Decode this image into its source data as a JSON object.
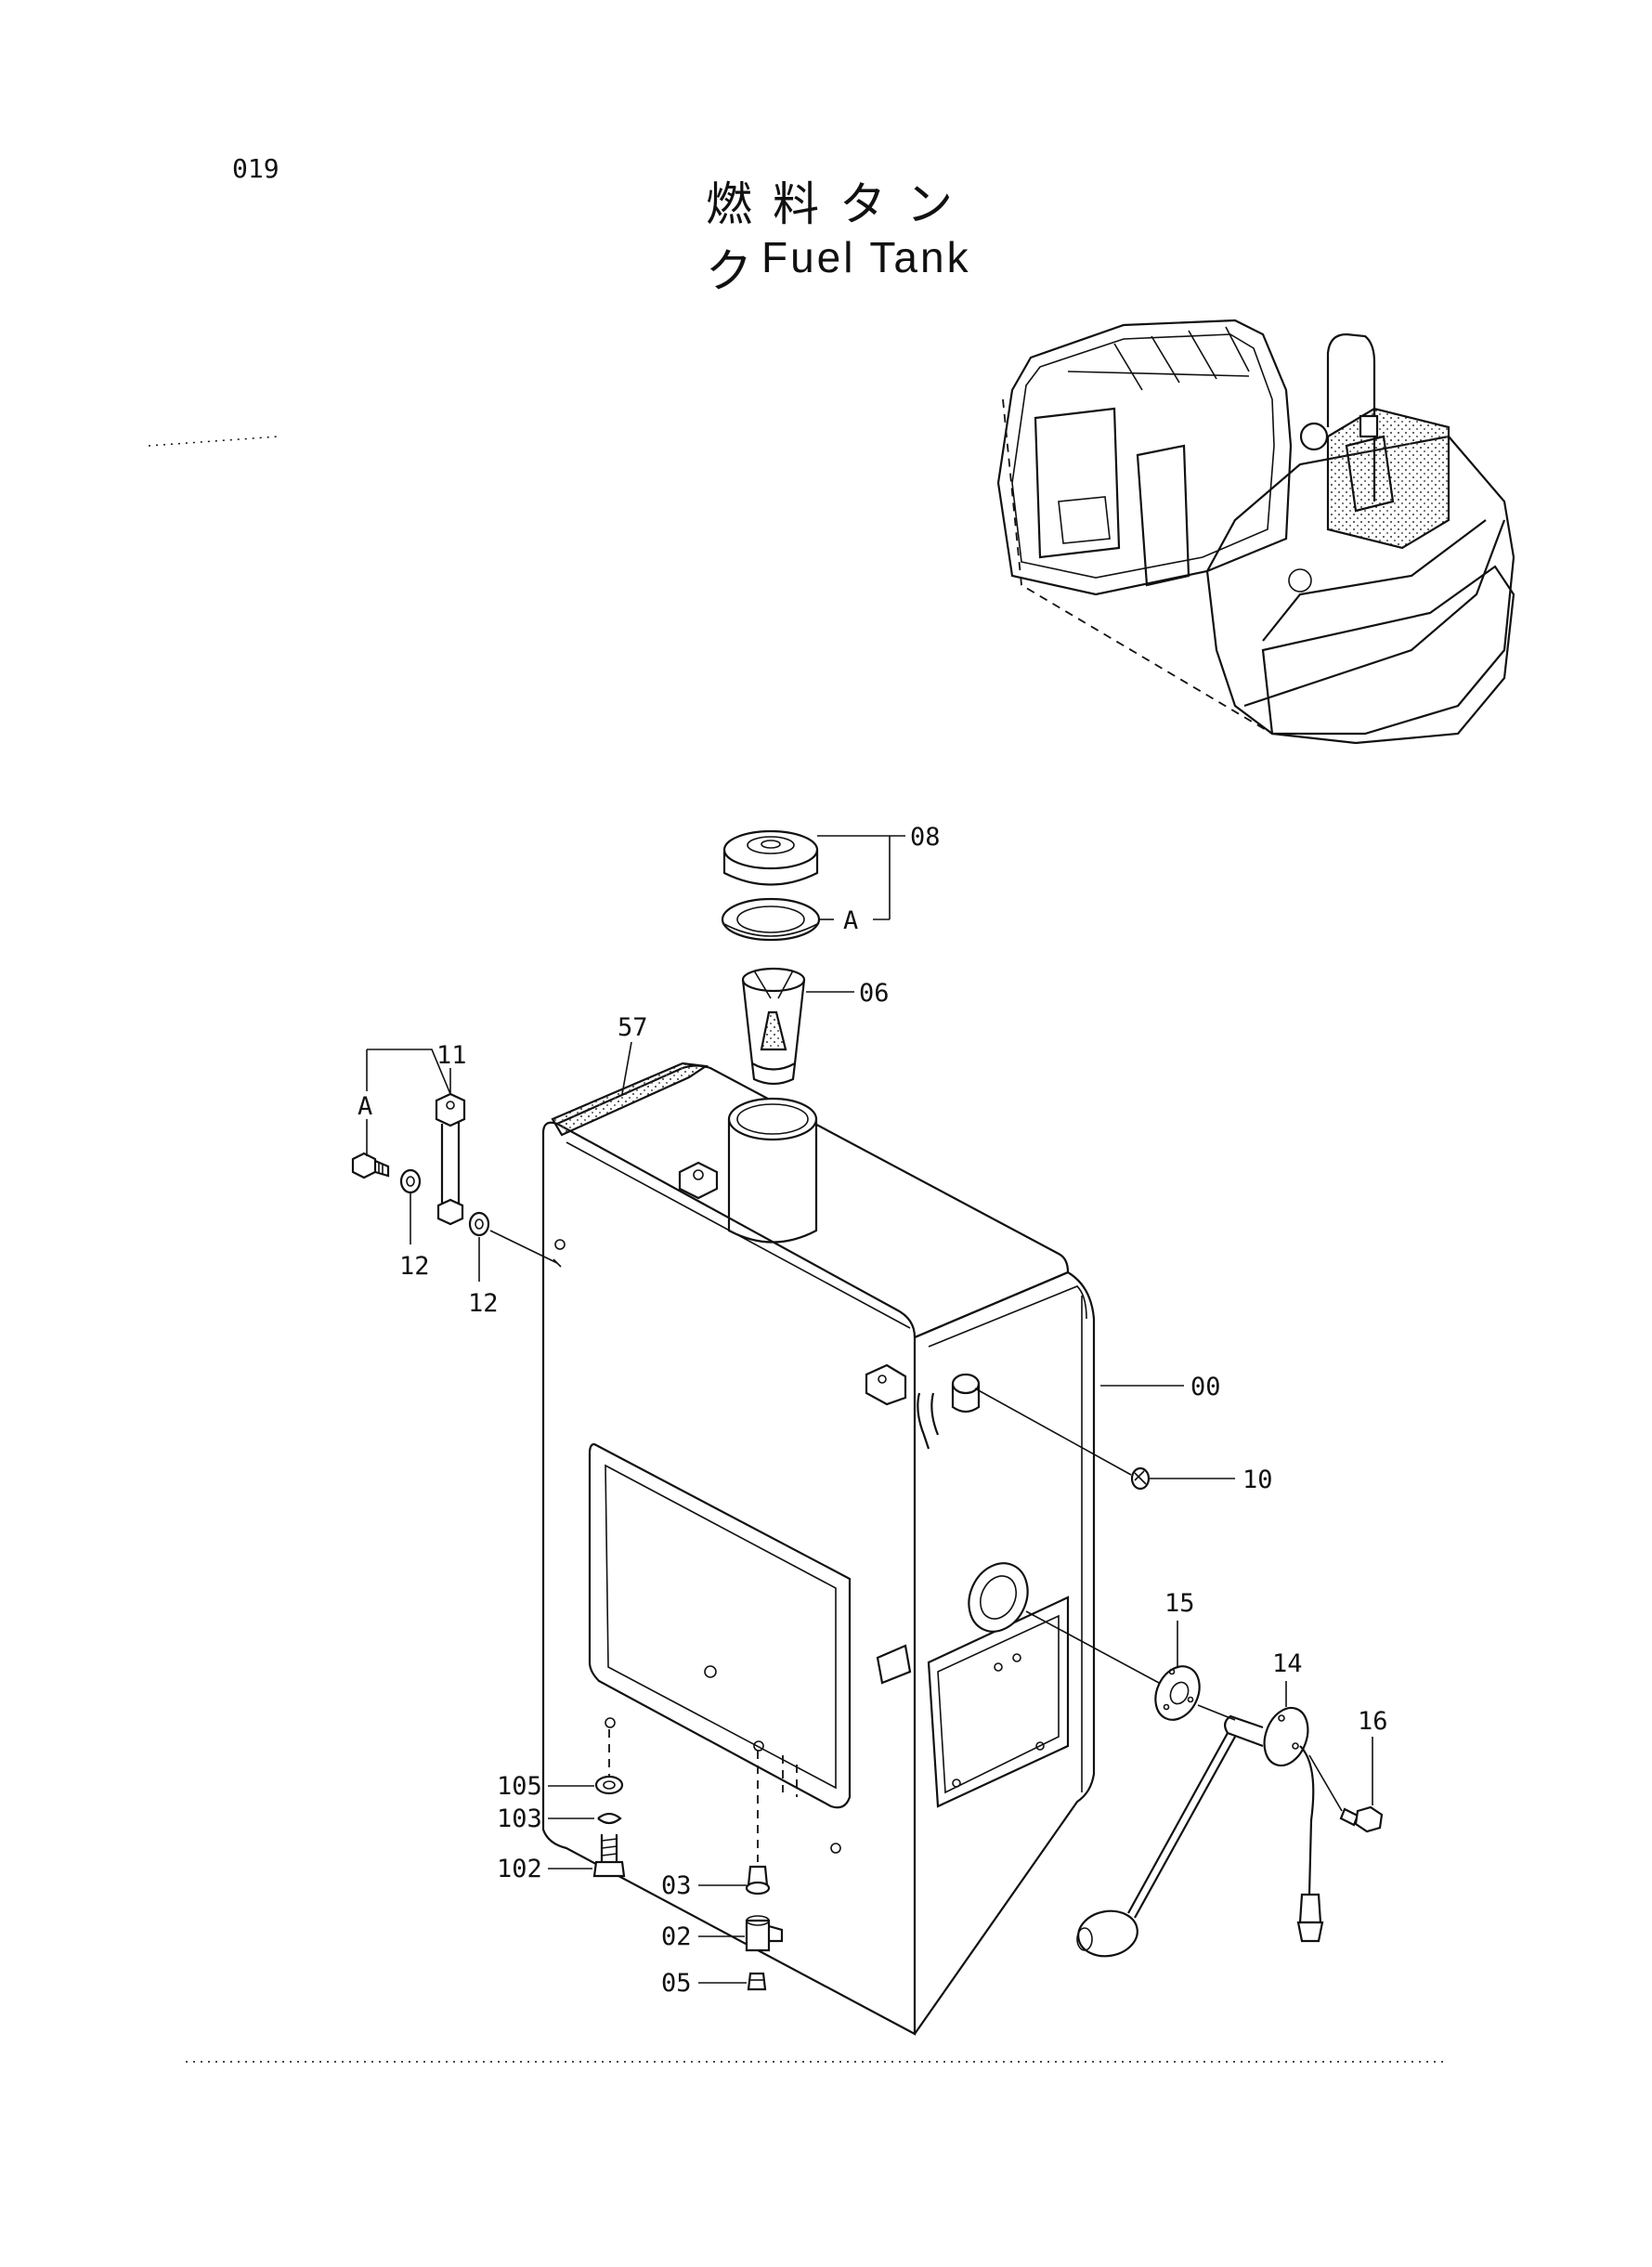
{
  "page": {
    "number": "019"
  },
  "title": {
    "japanese": "燃料タンク",
    "english": "Fuel Tank"
  },
  "callouts": {
    "p08": "08",
    "pA_top": "A",
    "p06": "06",
    "p57": "57",
    "p11": "11",
    "pA_left": "A",
    "p12a": "12",
    "p12b": "12",
    "p00": "00",
    "p10": "10",
    "p15": "15",
    "p14": "14",
    "p16": "16",
    "p105": "105",
    "p103": "103",
    "p102": "102",
    "p03": "03",
    "p02": "02",
    "p05": "05"
  }
}
